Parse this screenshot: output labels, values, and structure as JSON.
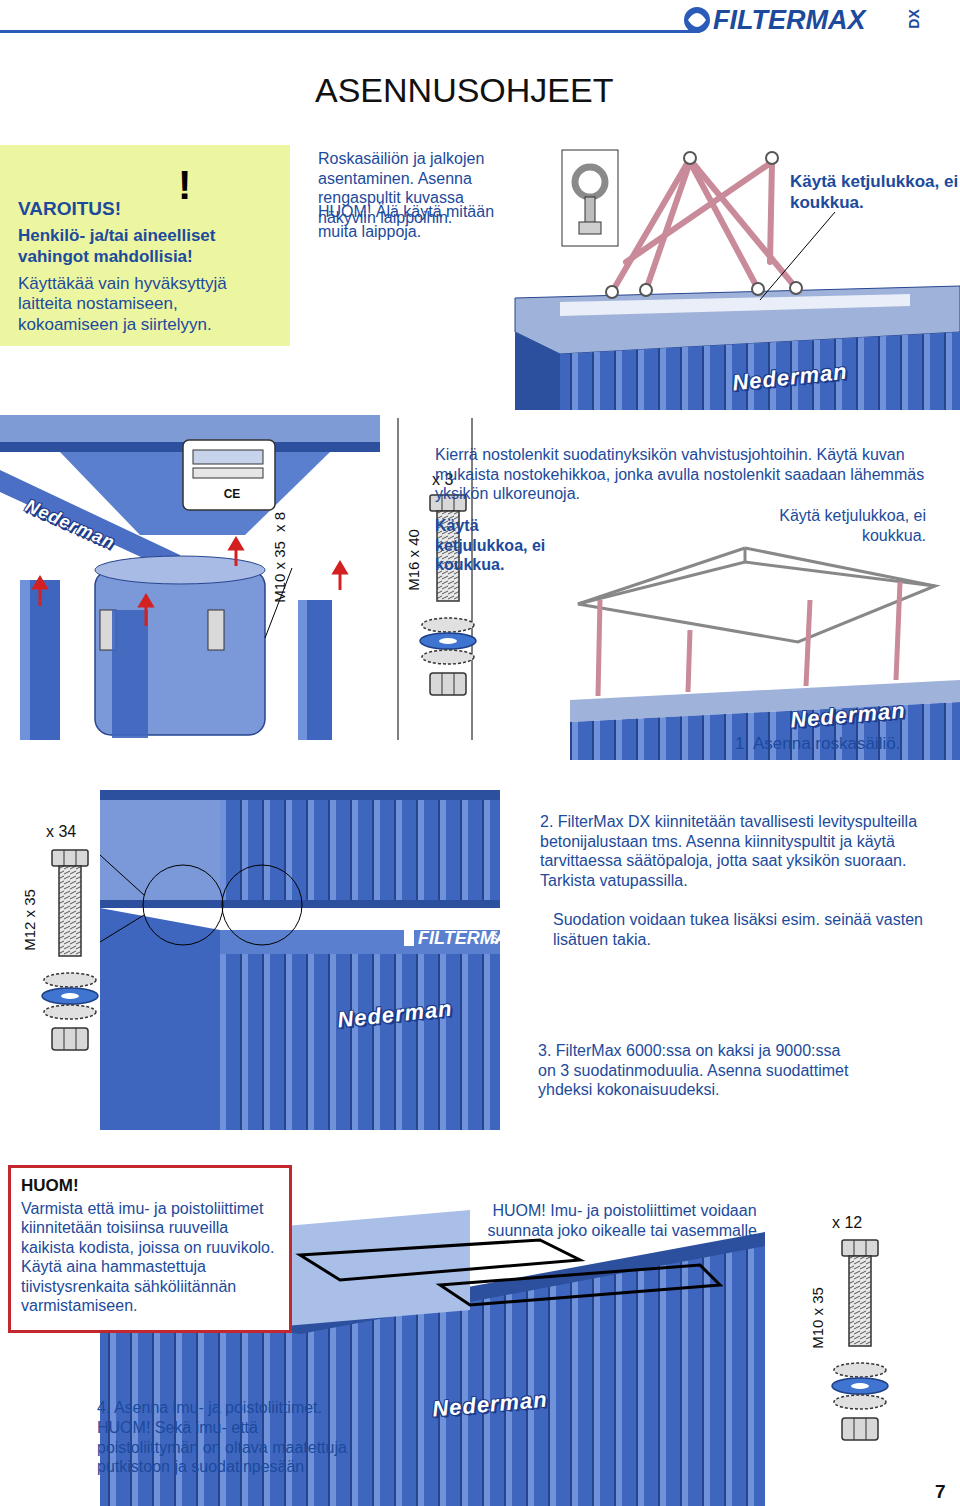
{
  "diagram": {
    "title": "ASENNUSOHJEET",
    "nodes": [
      {
        "text": [
          "VAROITUS!",
          "!",
          "Henkilö- ja/tai aineelliset vahingot mahdollisia!",
          "Käyttäkää vain hyväksyttyjä laitteita nostamiseen, kokoamiseen ja siirtelyyn."
        ]
      },
      {
        "text": [
          "HUOM!",
          "Varmista että imu- ja poistoliittimet kiinnitetään toisiinsa ruuveilla kaikista kodista, joissa on ruuvikolo. Käytä aina hammastettuja tiivistysrenkaita sähköliitännän varmistamiseen."
        ]
      }
    ],
    "labels": [
      "FILTERMAX",
      "DX",
      "Roskasäiliön ja jalkojen asentaminen. Asenna rengaspultit kuvassa näkyviin laippoihin.",
      "HUOM! Älä käytä mitään muita laippoja.",
      "Käytä ketjulukkoa, ei koukkua.",
      "Nederman",
      "CE",
      "Nederman",
      "M10 x 35",
      "x 8",
      "x 3",
      "M16 x 40",
      "Kierrä nostolenkit suodatinyksikön vahvistusjohtoihin. Käytä kuvan mukaista nostokehikkoa, jonka avulla nostolenkit saadaan lähemmäs yksikön ulkoreunoja.",
      "Käytä ketjulukkoa, ei koukkua.",
      "Käytä ketjulukkoa, ei koukkua.",
      "Nederman",
      "1. Asenna roskasäiliö.",
      "x 34",
      "M12 x 35",
      "FILTERMAX",
      "DX",
      "Nederman",
      "2. FilterMax DX kiinnitetään tavallisesti levityspulteilla betonijalustaan tms. Asenna kiinnityspultit ja käytä tarvittaessa säätöpaloja, jotta saat yksikön suoraan. Tarkista vatupassilla.",
      "Suodation voidaan tukea lisäksi esim. seinää vasten lisätuen takia.",
      "3. FilterMax 6000:ssa on kaksi ja 9000:ssa on 3 suodatinmoduulia. Asenna suodattimet yhdeksi kokonaisuudeksi.",
      "HUOM! Imu- ja poistoliittimet voidaan suunnata joko oikealle tai vasemmalle.",
      "x 12",
      "M10 x 35",
      "4. Asenna imu- ja poistoliittimet.",
      "HUOM! Sekä imu- että poistoliittymän on oltava maatettuja putkistoon ja suodatinpesään.",
      "Nederman",
      "7"
    ]
  }
}
